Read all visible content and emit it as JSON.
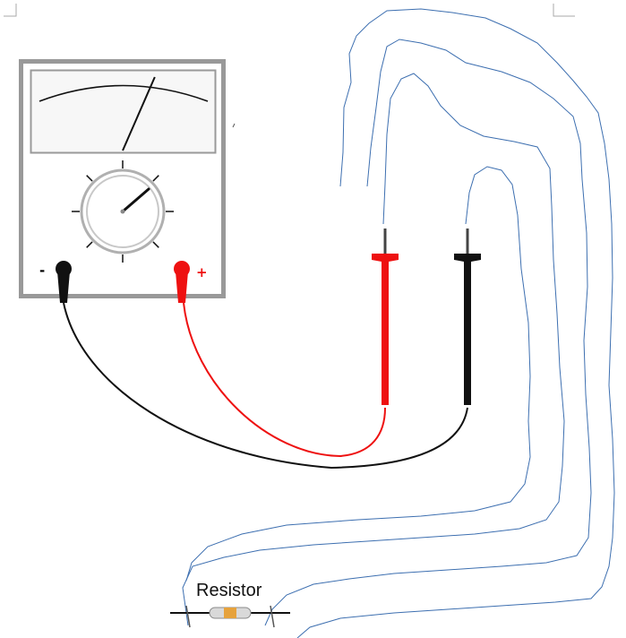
{
  "meter": {
    "minus_label": "-",
    "plus_label": "+",
    "needle_reading": 0.72,
    "dial_ticks": 8
  },
  "component": {
    "label": "Resistor"
  },
  "colors": {
    "positive": "#ee1111",
    "negative": "#111111",
    "case_border": "#999999",
    "scribble": "#3d6fb0",
    "resistor_band": "#e6a23c"
  },
  "icons": {
    "minus_jack": "banana-jack-black",
    "plus_jack": "banana-jack-red",
    "red_probe": "test-probe-red",
    "black_probe": "test-probe-black"
  }
}
